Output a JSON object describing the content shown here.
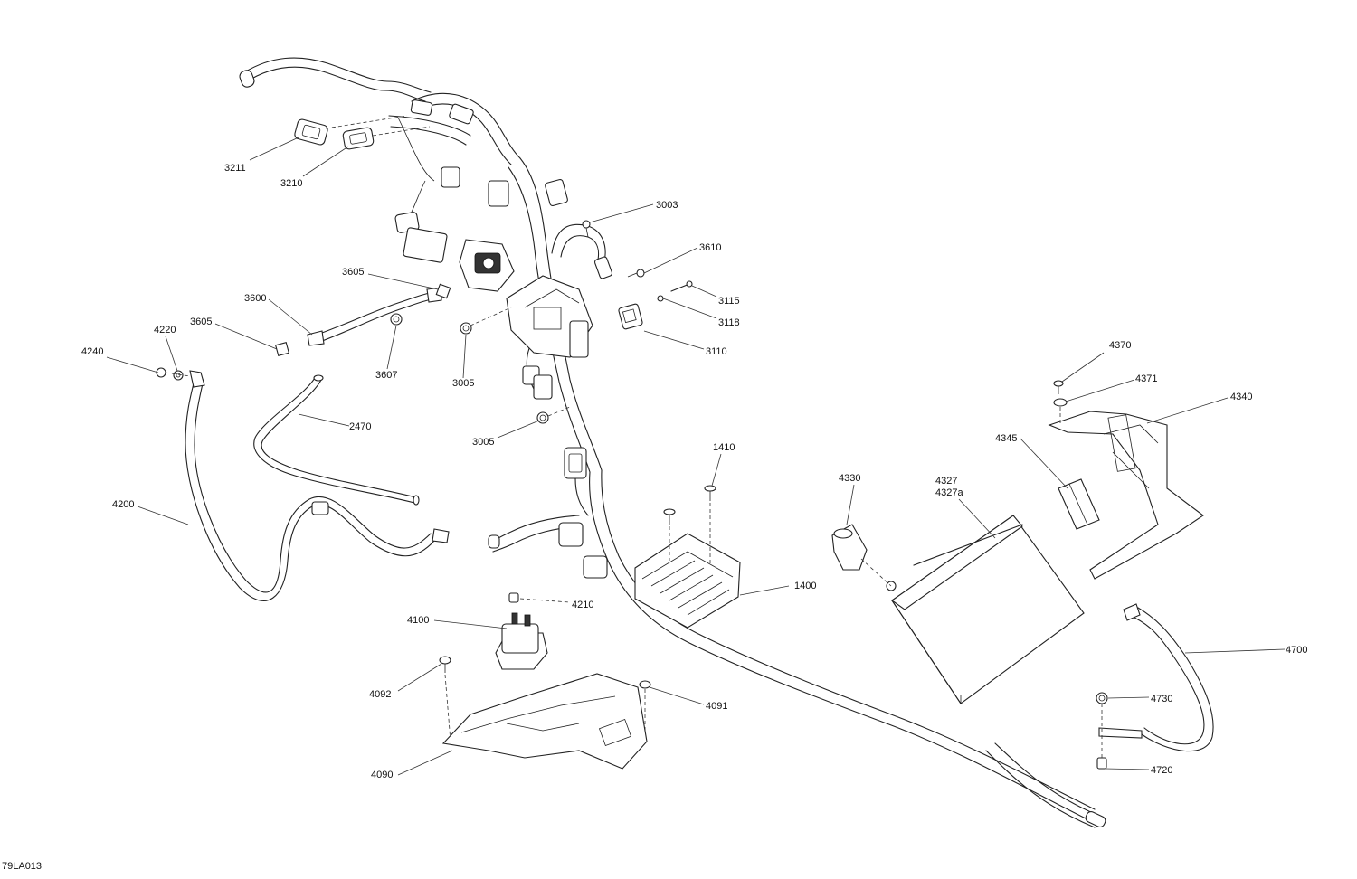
{
  "drawing_id": "79LA013",
  "callouts": [
    {
      "id": "3211",
      "text": "3211"
    },
    {
      "id": "3210",
      "text": "3210"
    },
    {
      "id": "3003",
      "text": "3003"
    },
    {
      "id": "3610",
      "text": "3610"
    },
    {
      "id": "3605a",
      "text": "3605"
    },
    {
      "id": "3600",
      "text": "3600"
    },
    {
      "id": "3605b",
      "text": "3605"
    },
    {
      "id": "3115",
      "text": "3115"
    },
    {
      "id": "3118",
      "text": "3118"
    },
    {
      "id": "3110",
      "text": "3110"
    },
    {
      "id": "4220",
      "text": "4220"
    },
    {
      "id": "4240",
      "text": "4240"
    },
    {
      "id": "3607",
      "text": "3607"
    },
    {
      "id": "3005a",
      "text": "3005"
    },
    {
      "id": "2470",
      "text": "2470"
    },
    {
      "id": "3005b",
      "text": "3005"
    },
    {
      "id": "4370",
      "text": "4370"
    },
    {
      "id": "4371",
      "text": "4371"
    },
    {
      "id": "4340",
      "text": "4340"
    },
    {
      "id": "1410",
      "text": "1410"
    },
    {
      "id": "4345",
      "text": "4345"
    },
    {
      "id": "4330",
      "text": "4330"
    },
    {
      "id": "4327",
      "text": "4327"
    },
    {
      "id": "4327a",
      "text": "4327a"
    },
    {
      "id": "4200",
      "text": "4200"
    },
    {
      "id": "1400",
      "text": "1400"
    },
    {
      "id": "4210",
      "text": "4210"
    },
    {
      "id": "4100",
      "text": "4100"
    },
    {
      "id": "4700",
      "text": "4700"
    },
    {
      "id": "4092",
      "text": "4092"
    },
    {
      "id": "4091",
      "text": "4091"
    },
    {
      "id": "4730",
      "text": "4730"
    },
    {
      "id": "4720",
      "text": "4720"
    },
    {
      "id": "4090",
      "text": "4090"
    }
  ]
}
